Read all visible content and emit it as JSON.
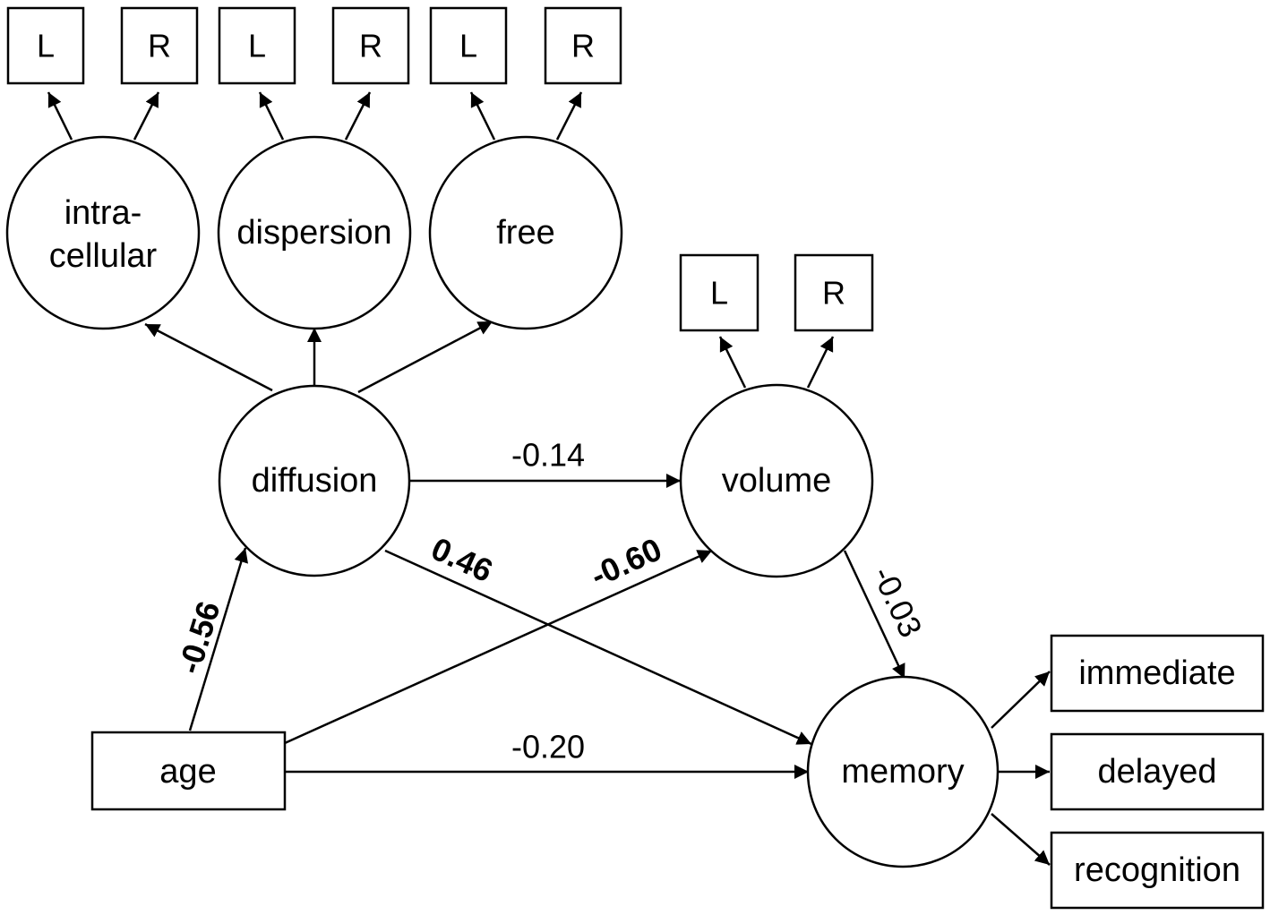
{
  "nodes": {
    "lr_left": "L",
    "lr_right": "R",
    "intracellular_line1": "intra-",
    "intracellular_line2": "cellular",
    "dispersion": "dispersion",
    "free": "free",
    "diffusion": "diffusion",
    "volume": "volume",
    "memory": "memory",
    "age": "age",
    "immediate": "immediate",
    "delayed": "delayed",
    "recognition": "recognition"
  },
  "coefficients": {
    "diffusion_to_volume": "-0.14",
    "diffusion_to_memory": "0.46",
    "age_to_volume": "-0.60",
    "age_to_diffusion": "-0.56",
    "volume_to_memory": "-0.03",
    "age_to_memory": "-0.20"
  },
  "significant_paths": [
    "diffusion_to_memory",
    "age_to_volume",
    "age_to_diffusion"
  ]
}
